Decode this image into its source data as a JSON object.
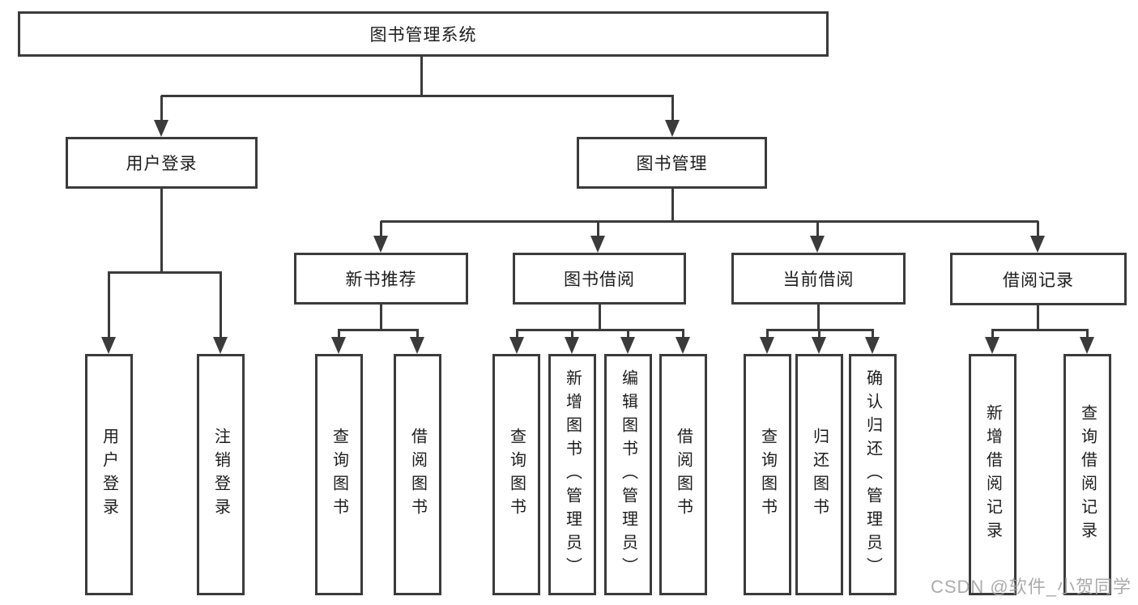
{
  "diagram": {
    "root": "图书管理系统",
    "level2": [
      "用户登录",
      "图书管理"
    ],
    "level3": [
      "新书推荐",
      "图书借阅",
      "当前借阅",
      "借阅记录"
    ],
    "leaves_user_login": [
      "用户登录",
      "注销登录"
    ],
    "leaves_new_book": [
      "查询图书",
      "借阅图书"
    ],
    "leaves_book_borrow": [
      "查询图书",
      "新增图书（管理员）",
      "编辑图书（管理员）",
      "借阅图书"
    ],
    "leaves_current_borrow": [
      "查询图书",
      "归还图书",
      "确认归还（管理员）"
    ],
    "leaves_borrow_records": [
      "新增借阅记录",
      "查询借阅记录"
    ],
    "watermark": "CSDN @软件_小贺同学",
    "colors": {
      "line": "#3b3b3b",
      "text": "#1c1c1c",
      "watermark": "#a3a3a3",
      "background": "#ffffff"
    }
  }
}
